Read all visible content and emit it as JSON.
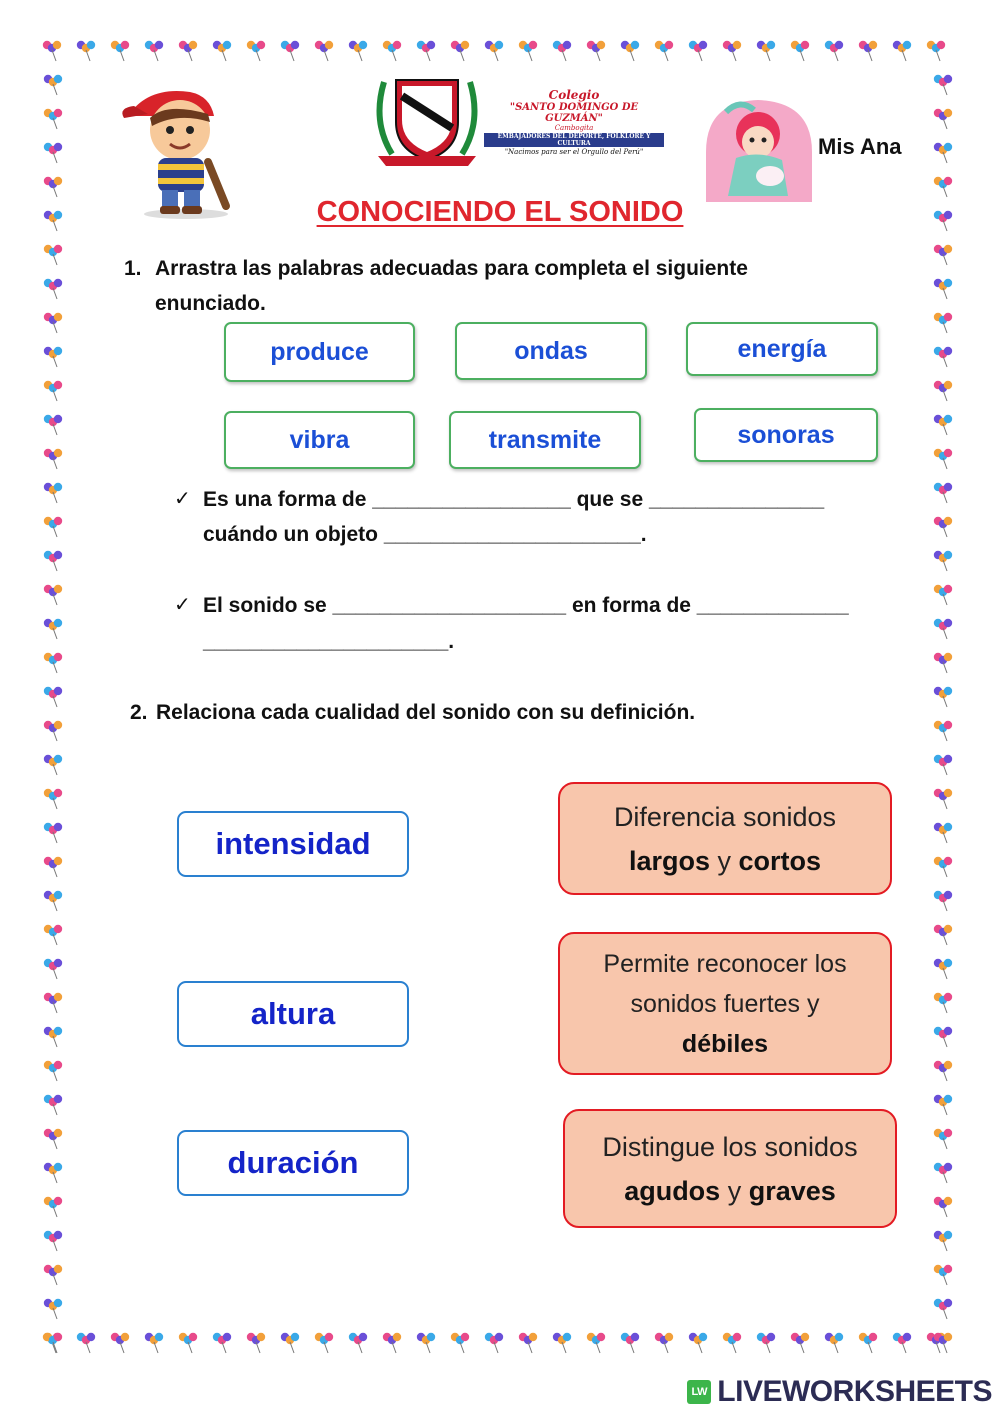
{
  "header": {
    "teacher": "Mis Ana",
    "school": {
      "line1": "Colegio",
      "line2": "\"SANTO DOMINGO DE GUZMÁN\"",
      "line3": "Cambogita",
      "line4": "EMBAJADORES DEL DEPORTE, FOLKLORE Y CULTURA",
      "motto": "\"Nacimos para ser el Orgullo del Perú\""
    }
  },
  "title": "CONOCIENDO EL SONIDO",
  "question1": {
    "number": "1.",
    "line1": "Arrastra las palabras adecuadas para completa el siguiente",
    "line2": "enunciado.",
    "words": [
      "produce",
      "ondas",
      "energía",
      "vibra",
      "transmite",
      "sonoras"
    ],
    "sentence1": {
      "line1": "Es una forma de _________________ que se _______________",
      "line2": "cuándo un objeto ______________________."
    },
    "sentence2": {
      "line1": "El sonido se ____________________ en forma de _____________",
      "line2": "_____________________."
    }
  },
  "question2": {
    "number": "2.",
    "text": "Relaciona cada cualidad del sonido con su definición.",
    "qualities": [
      "intensidad",
      "altura",
      "duración"
    ],
    "definitions": [
      {
        "a": "Diferencia sonidos",
        "b1": "largos",
        "mid": "y",
        "b2": "cortos"
      },
      {
        "a": "Permite reconocer los",
        "a2": "sonidos fuertes y",
        "b1": "débiles"
      },
      {
        "a": "Distingue los sonidos",
        "b1": "agudos",
        "mid": "y",
        "b2": "graves"
      }
    ]
  },
  "watermark": {
    "logo": "LW",
    "text": "LIVEWORKSHEETS"
  },
  "colors": {
    "title": "#e0262e",
    "word_text": "#1b4fd6",
    "word_border": "#4caf60",
    "quality_border": "#2a80d0",
    "def_fill": "#f8c6ac",
    "def_border": "#e31b23"
  }
}
